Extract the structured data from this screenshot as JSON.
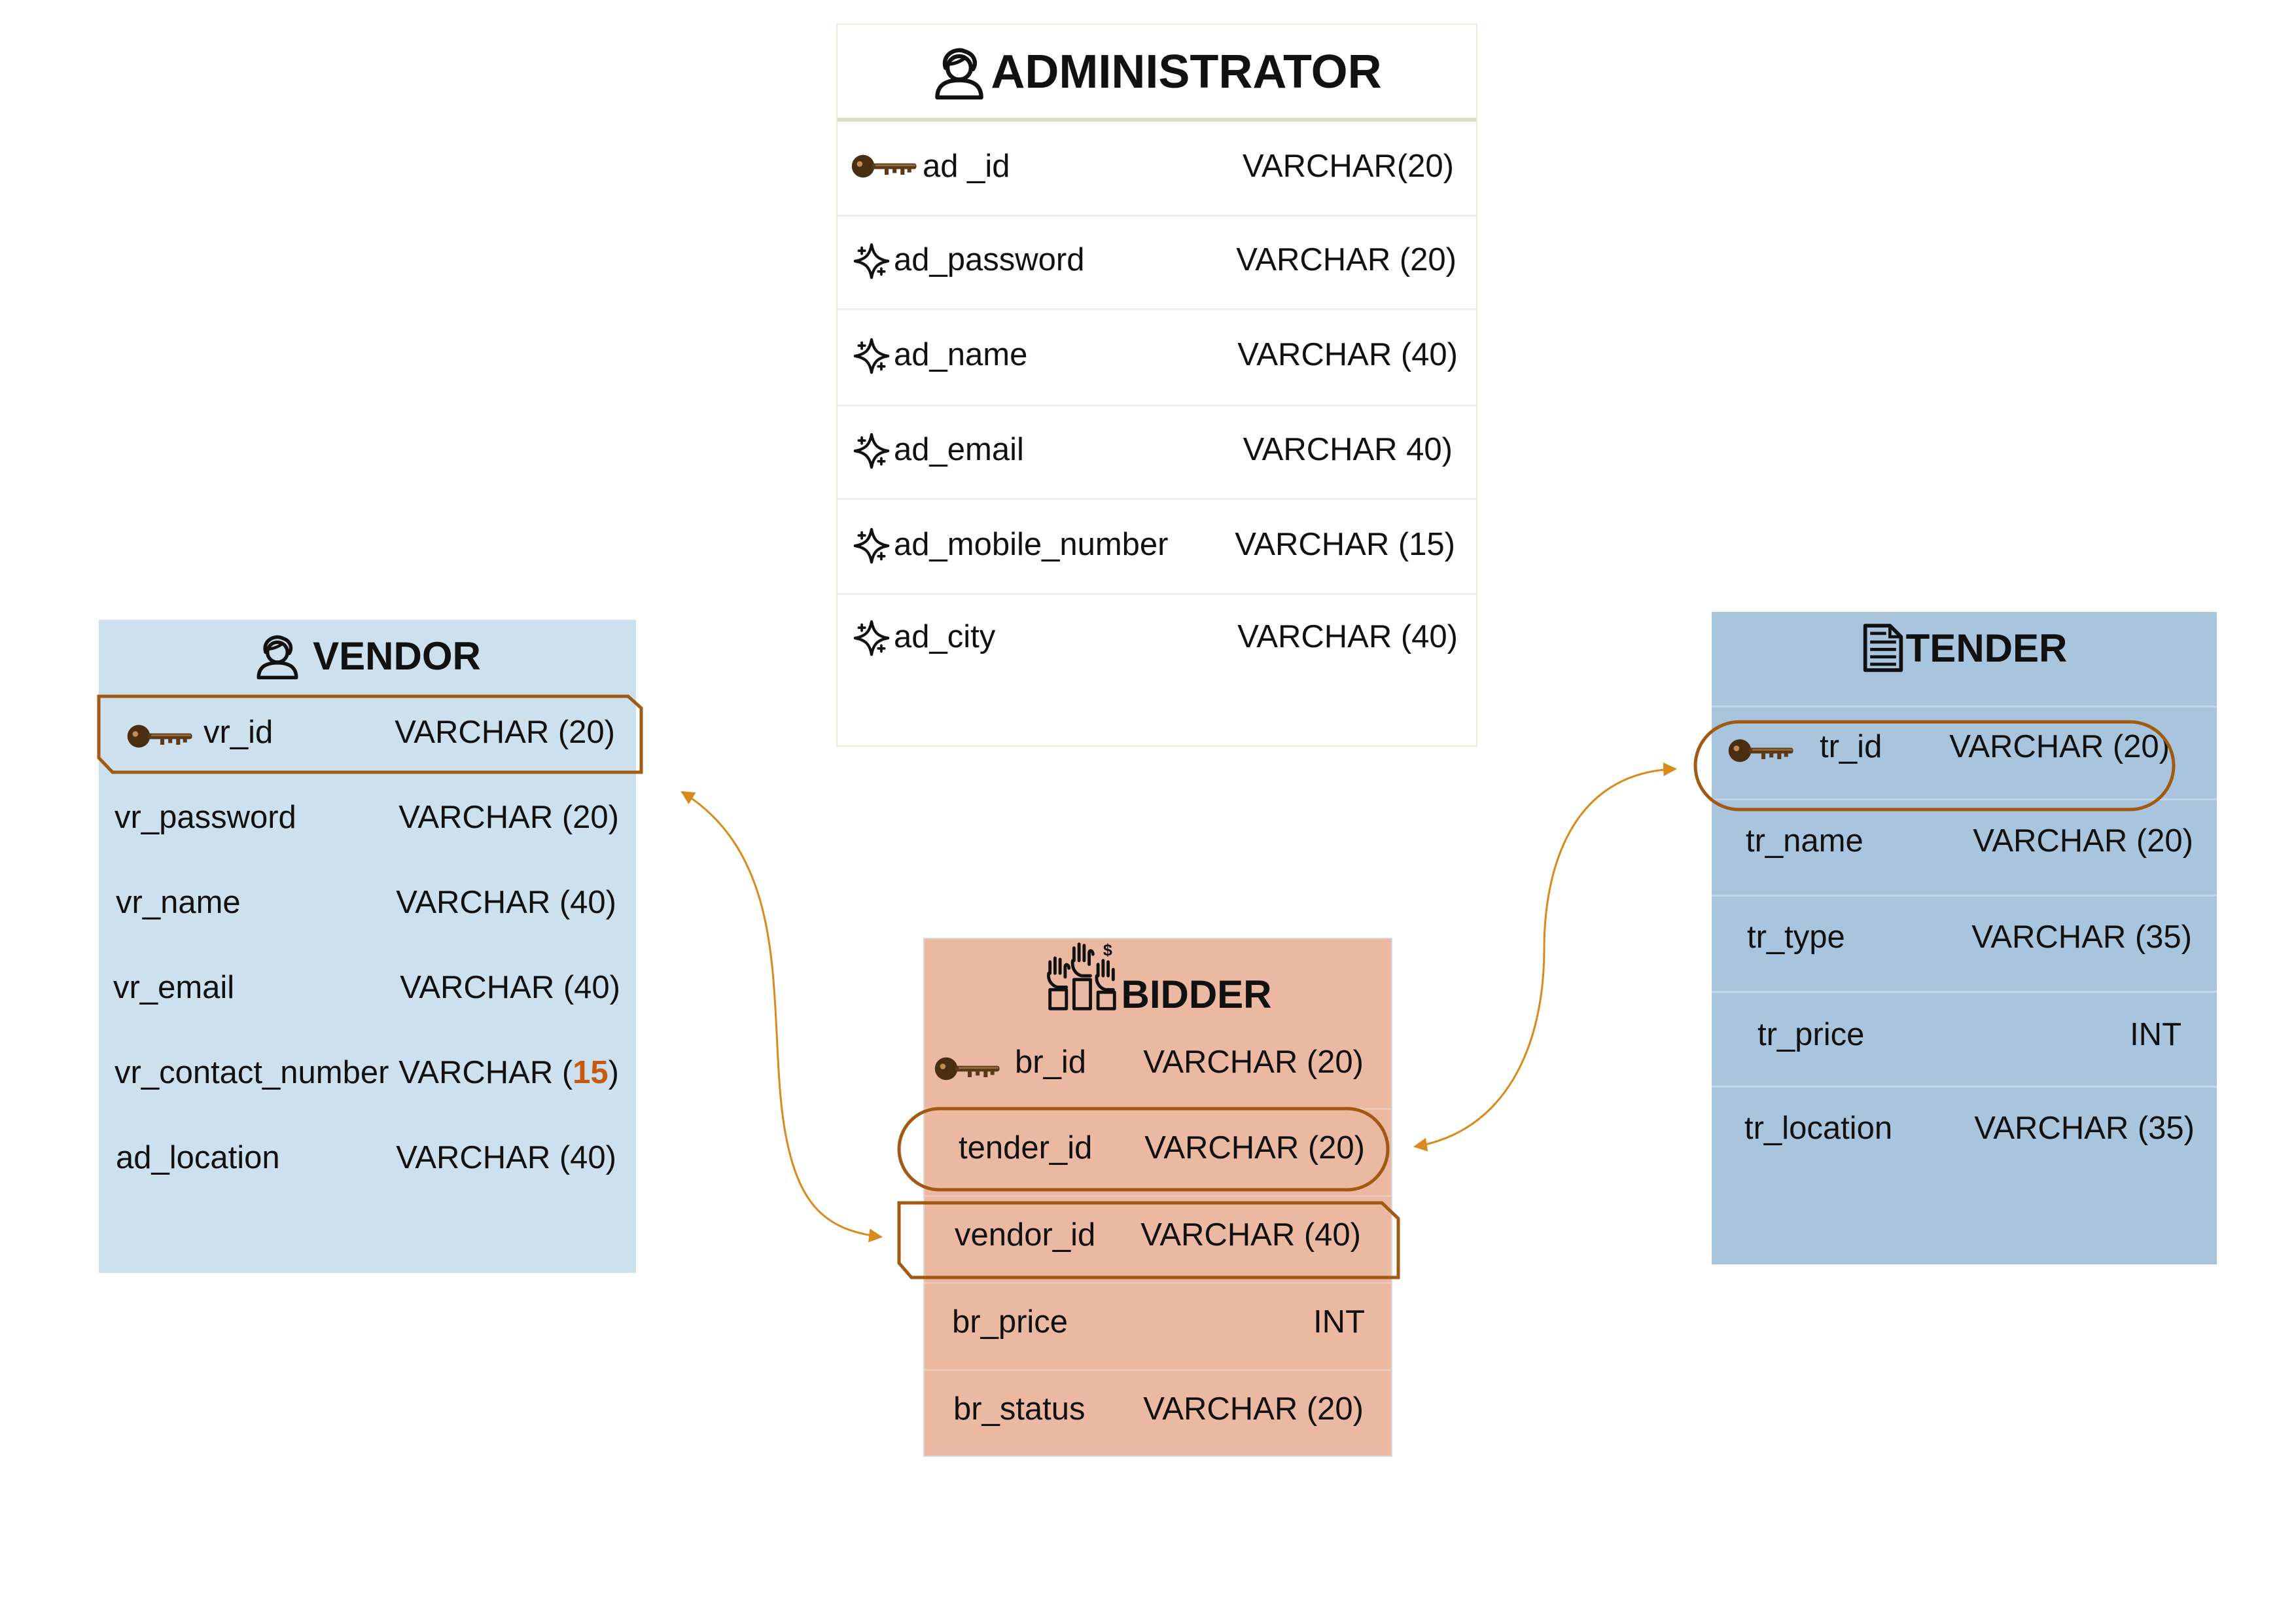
{
  "administrator": {
    "title": "ADMINISTRATOR",
    "header_icon": "person-icon",
    "rows": [
      {
        "name": "ad _id",
        "type": "VARCHAR(20)",
        "icon": "key-icon"
      },
      {
        "name": "ad_password",
        "type": "VARCHAR (20)",
        "icon": "sparkle-icon"
      },
      {
        "name": "ad_name",
        "type": "VARCHAR (40)",
        "icon": "sparkle-icon"
      },
      {
        "name": "ad_email",
        "type": "VARCHAR 40)",
        "icon": "sparkle-icon"
      },
      {
        "name": "ad_mobile_number",
        "type": "VARCHAR (15)",
        "icon": "sparkle-icon"
      },
      {
        "name": "ad_city",
        "type": "VARCHAR (40)",
        "icon": "sparkle-icon"
      }
    ]
  },
  "vendor": {
    "title": "VENDOR",
    "header_icon": "person-icon",
    "rows": [
      {
        "name": "vr_id",
        "type": "VARCHAR (20)",
        "icon": "key-icon"
      },
      {
        "name": "vr_password",
        "type": "VARCHAR (20)"
      },
      {
        "name": "vr_name",
        "type": "VARCHAR (40)"
      },
      {
        "name": "vr_email",
        "type": "VARCHAR (40)"
      },
      {
        "name": "vr_contact_number",
        "type_prefix": "VARCHAR (",
        "type_highlight": "15",
        "type_suffix": ")"
      },
      {
        "name": "ad_location",
        "type": "VARCHAR (40)"
      }
    ]
  },
  "tender": {
    "title": "TENDER",
    "header_icon": "document-icon",
    "rows": [
      {
        "name": "tr_id",
        "type": "VARCHAR (20)",
        "icon": "key-icon"
      },
      {
        "name": "tr_name",
        "type": "VARCHAR (20)"
      },
      {
        "name": "tr_type",
        "type": "VARCHAR (35)"
      },
      {
        "name": "tr_price",
        "type": "INT"
      },
      {
        "name": "tr_location",
        "type": "VARCHAR (35)"
      }
    ]
  },
  "bidder": {
    "title": "BIDDER",
    "header_icon": "raised-hands-dollar-icon",
    "rows": [
      {
        "name": "br_id",
        "type": "VARCHAR (20)",
        "icon": "key-icon"
      },
      {
        "name": "tender_id",
        "type": "VARCHAR (20)"
      },
      {
        "name": "vendor_id",
        "type": "VARCHAR (40)"
      },
      {
        "name": "br_price",
        "type": "INT"
      },
      {
        "name": "br_status",
        "type": "VARCHAR (20)"
      }
    ]
  },
  "relationships": [
    {
      "from": "vendor.vr_id",
      "to": "bidder.vendor_id"
    },
    {
      "from": "tender.tr_id",
      "to": "bidder.tender_id"
    }
  ],
  "colors": {
    "vendor_bg": "#cce0ed",
    "tender_bg": "#a9c4dd",
    "bidder_bg": "#ebb8a2",
    "highlight_outline": "#a05a12",
    "connector": "#d98a1c",
    "number_highlight": "#c55a11"
  }
}
